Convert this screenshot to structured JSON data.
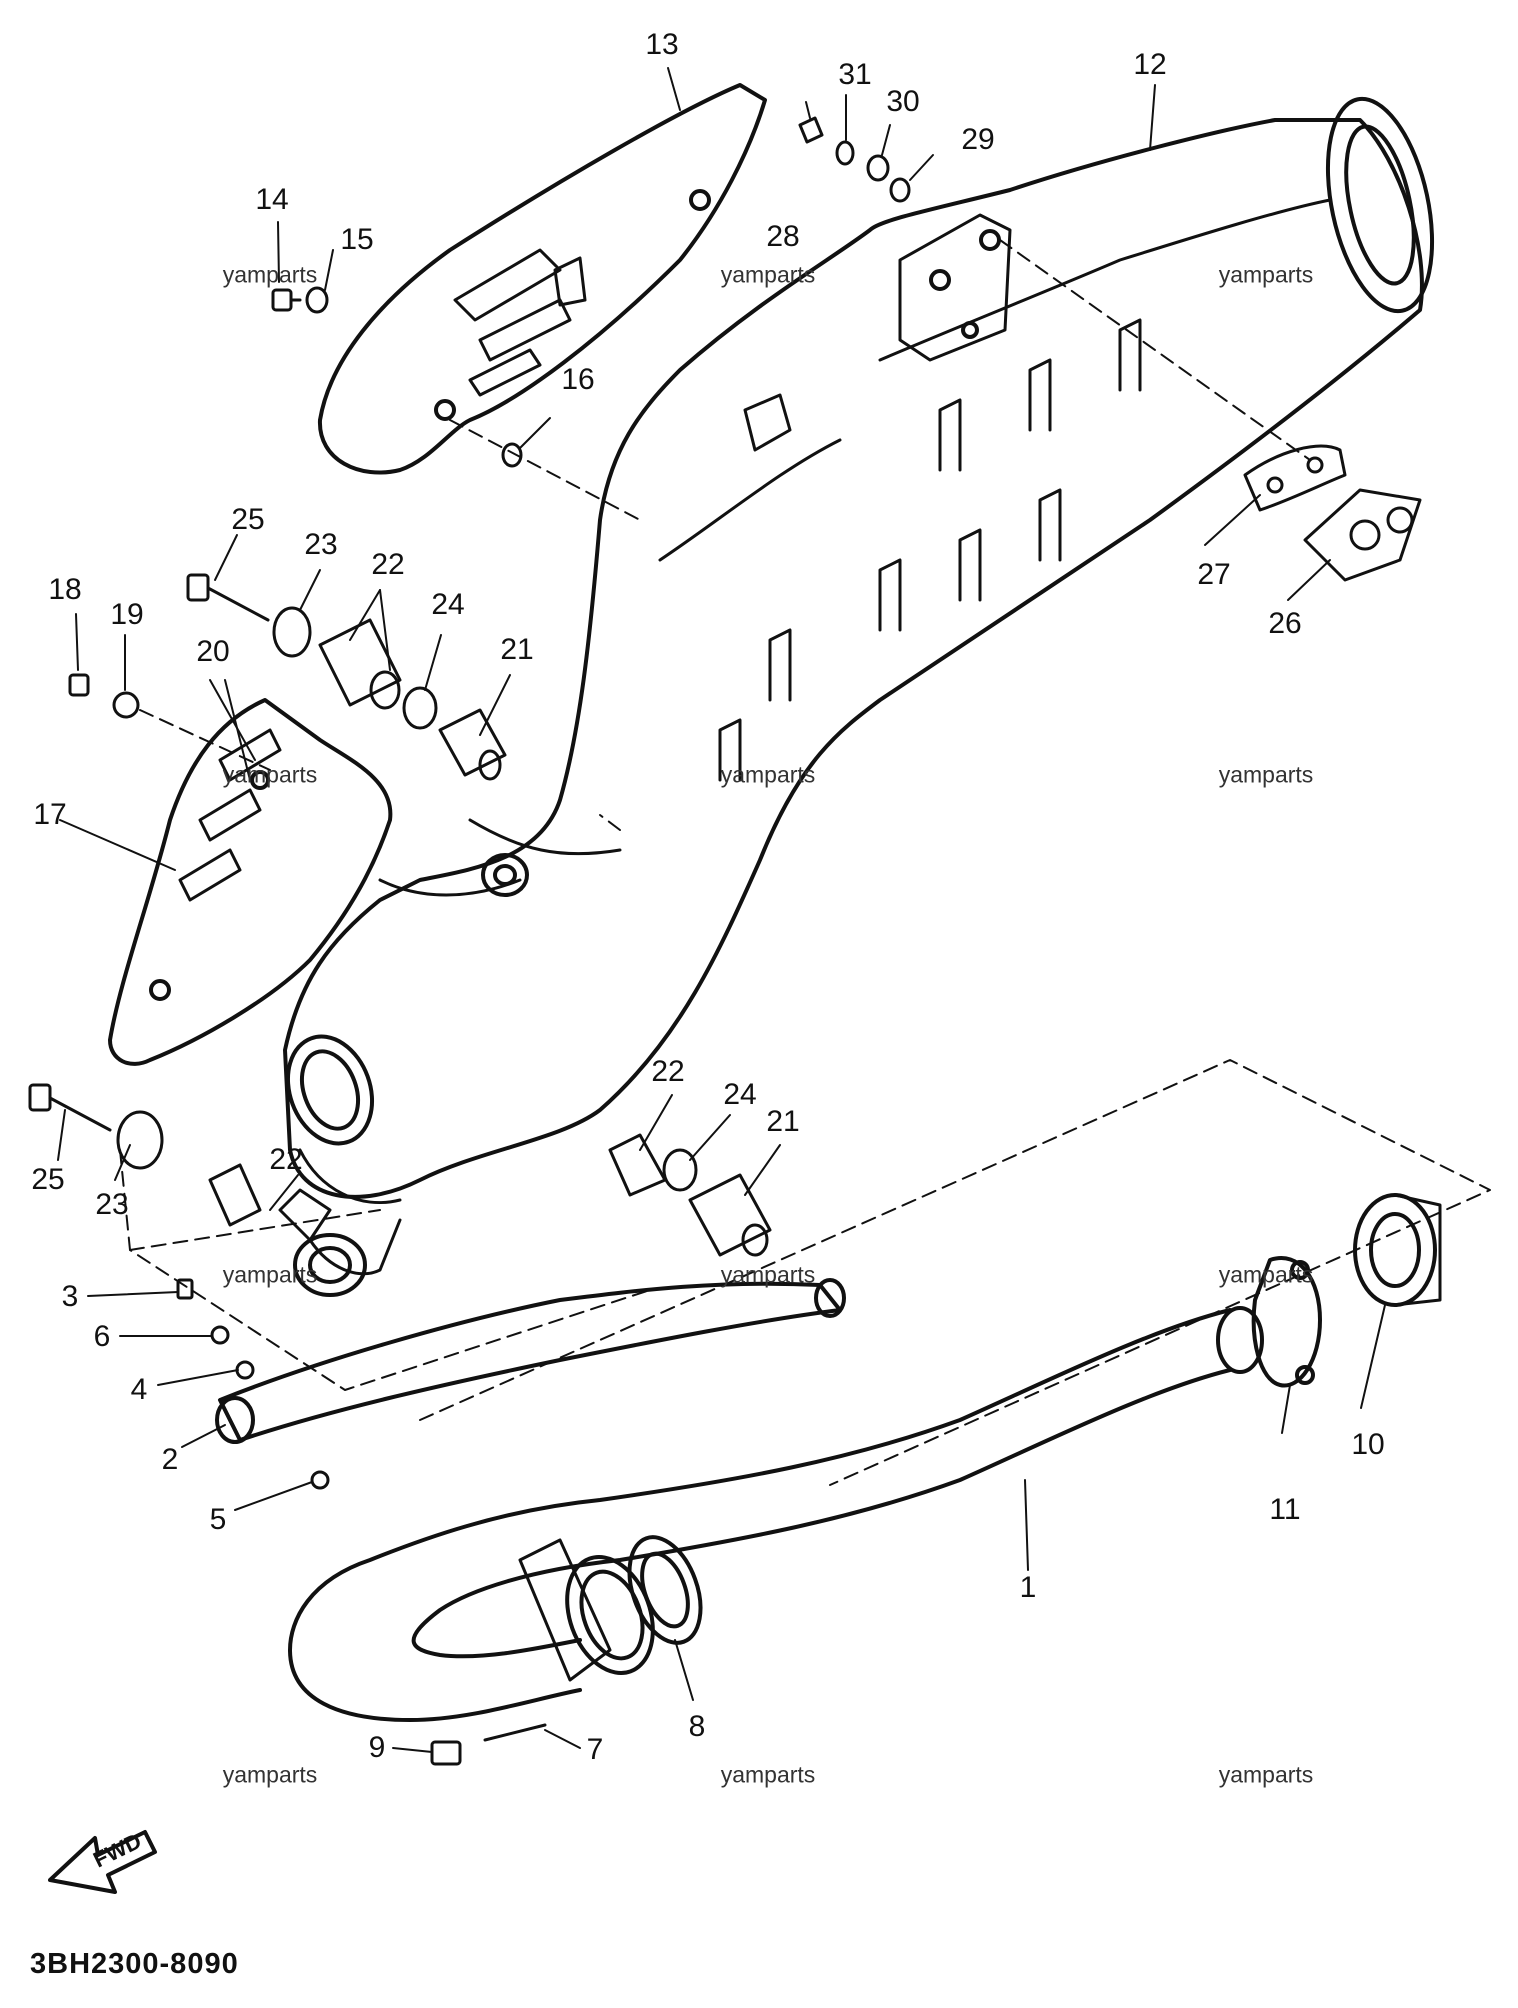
{
  "diagram": {
    "drawing_code": "3BH2300-8090",
    "direction_label": "FWD",
    "watermark": "yamparts",
    "callouts": [
      "1",
      "2",
      "3",
      "4",
      "5",
      "6",
      "7",
      "8",
      "9",
      "10",
      "11",
      "12",
      "13",
      "14",
      "15",
      "16",
      "17",
      "18",
      "19",
      "20",
      "21",
      "22",
      "23",
      "24",
      "25",
      "26",
      "27",
      "28",
      "29",
      "30",
      "31"
    ],
    "colors": {
      "line": "#111111",
      "background": "#ffffff"
    }
  }
}
